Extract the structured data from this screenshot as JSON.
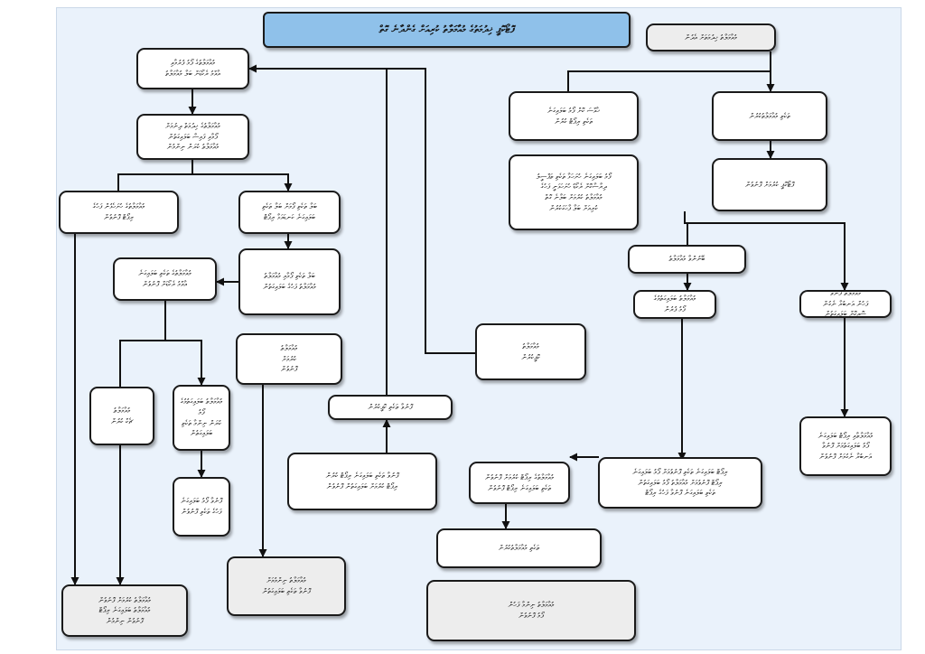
{
  "diagram": {
    "title": "ފޮޓޯކޮޕީ ޚިދުމަތުގެ މުއާމަލާތު ކުރިއަށް ގެންދާނެ ގޮތް",
    "nodes": [
      {
        "id": "start",
        "text": "މުއާމަލާތު ޚިދުމަތަށް އެދުން"
      },
      {
        "id": "n_a1",
        "text": "މުއާމަލާތުގެ ފޯމު ފުރުމާއި\nއާއްމު ރެކޯޑަށް ބަލާ މުއާމަލާތު"
      },
      {
        "id": "n_b1",
        "text": "ޚާއްސަ ކޮށް ފޯމު ބަލައިގަނެ\nތަކެތި ރިޕޯޓް ކުރުން"
      },
      {
        "id": "n_b2",
        "text": "ފޯމު ބަލައިގަނެ ހުށަހަޅާ ތަކެތި ތަފްސީލު\nދިރާސާކޮށް ރެކޯޑު ހުށަހަޅަނީ ފަހުގެ\nމުއާމަލާތު ކުރުމަށް ބަލާނެ ގޮތް\nކުރިއަށް ބަލާ ފާހަގަކުރުން"
      },
      {
        "id": "n_a2",
        "text": "މުއާމަލާތުގެ ޚިދުމަތް ދިނުމަށް\nފޯމާއި ފައިސާ ބަލައިގަތުން\nމުއާމަލާތު ކުރަން ނިންމުން"
      },
      {
        "id": "n_a3",
        "text": "ތަކެތި މުއާމަލާތުކުރުން"
      },
      {
        "id": "n_a4",
        "text": "ފޮޓޯކޮޕީ ކުރުމަށް ފޮނުވުން"
      },
      {
        "id": "n_c1",
        "text": "ބޭނުންވާ މުއާމަލާތު"
      },
      {
        "id": "n_c2",
        "text": "މުއާމަލާތު ފޮނުވާ\nފަހުން އަނބުރާ ނެގުން\nސޮއިކޮށް ބަލައިގަތުން"
      },
      {
        "id": "n_m1",
        "text": "މުއާމަލާތުގެ ހުށަހެޅުން ފަހުގެ\nރިޕޯޓް ފޮނުވުން"
      },
      {
        "id": "n_m2",
        "text": "ބަލާ ތަކެތި ފޯމަށް ބަލާ ތަކެތި\nބަލައިގަނެ ކަނޑައަޅާ ރިޕޯޓް"
      },
      {
        "id": "n_l1",
        "text": "މުއާމަލާތުގެ ތަކެތި ބަލައިގަނެ\nއާއްމު ރެކޯޑަށް ފޮނުވުން"
      },
      {
        "id": "n_l2",
        "text": "ބަލާ ތަކެތި ފޯމާއި މުއާމަލާތު\nމުއާމަލާތު ފަހުގެ ބަލައިގަތުން"
      },
      {
        "id": "n_l3",
        "text": "މުއާމަލާތު ބަލައިގަތުމުގެ\nފޯމު ފުރުން"
      },
      {
        "id": "n_l4",
        "text": "މުއާމަލާތު\nކޮޕީކުރުން"
      },
      {
        "id": "n_l5",
        "text": "މުއާމަލާތު\nކުރުމަށް\nފޮނުވުން"
      },
      {
        "id": "n_l6",
        "text": "މުއާމަލާތު\nޗެކް ކުރުން"
      },
      {
        "id": "n_m3",
        "text": "މުއާމަލާތު ބަލައިގަތުމުގެ ފޯމު\nކުރަން ނިންމާ ތަކެތި ބަލައިގަތުން"
      },
      {
        "id": "n_m4",
        "text": "ފޮނުވާ ތަކެތި ކޮޕީކުރުން"
      },
      {
        "id": "n_m5",
        "text": "މުއާމަލާތާއި ރިޕޯޓް ބަލައިގަނެ\nފޯމު ބަލައިގަތުމަށް ފޮނުވާ\nއަނބުރާ ނެގުމަށް ފޮނުވުން"
      },
      {
        "id": "n_m6",
        "text": "ފޮނުވާ ފޯމު ބަލައިގަނެ\nފަހުގެ ތަކެތި ފޮނުވުން"
      },
      {
        "id": "n_m7",
        "text": "ފޮނުވާ ތަކެތި ބަލައިގަނެ ރިޕޯޓް ކުރުން\nރިޕޯޓް ކުރުމަށް ބަލައިގަތުން ފޮނުވުން"
      },
      {
        "id": "n_m8",
        "text": "މުއާމަލާތުގެ ރިޕޯޓް ކުރުމަށް ފޮނުވުން\nތަކެތި ބަލައިގަނެ ރިޕޯޓް ފޮނުވުން"
      },
      {
        "id": "n_m9",
        "text": "ރިޕޯޓް ބަލައިގަނެ ތަކެތި ފޮނުވުމަށް ފޯމު ބަލައިގަނެ\nރިޕޯޓް ފޮނުވުމަށް މުއާމަލާތު ފޯމު ބަލައިގަތުން\nތަކެތި ބަލައިގަނެ ފޮނުވާ ފަހުގެ ރިޕޯޓް"
      },
      {
        "id": "n_r1",
        "text": "ތަކެތި މުއާމަލާތުކުރުން"
      },
      {
        "id": "n_r2",
        "text": "މުއާމަލާތު ކުރުމަށް ފޮނުވުން\nމުއާމަލާތު ބަލައިގަނެ ރިޕޯޓް\nފޮނުވުން ނިންމުން"
      },
      {
        "id": "n_b3",
        "text": "މުއާމަލާތު ނިންމުމަށް\nފޮނުވާ ތަކެތި ބަލައިގަތުން"
      },
      {
        "id": "n_b4",
        "text": "މުއާމަލާތު ނިންމާ ފަހުން\nފޯމު ފޮނުވުން"
      }
    ]
  }
}
